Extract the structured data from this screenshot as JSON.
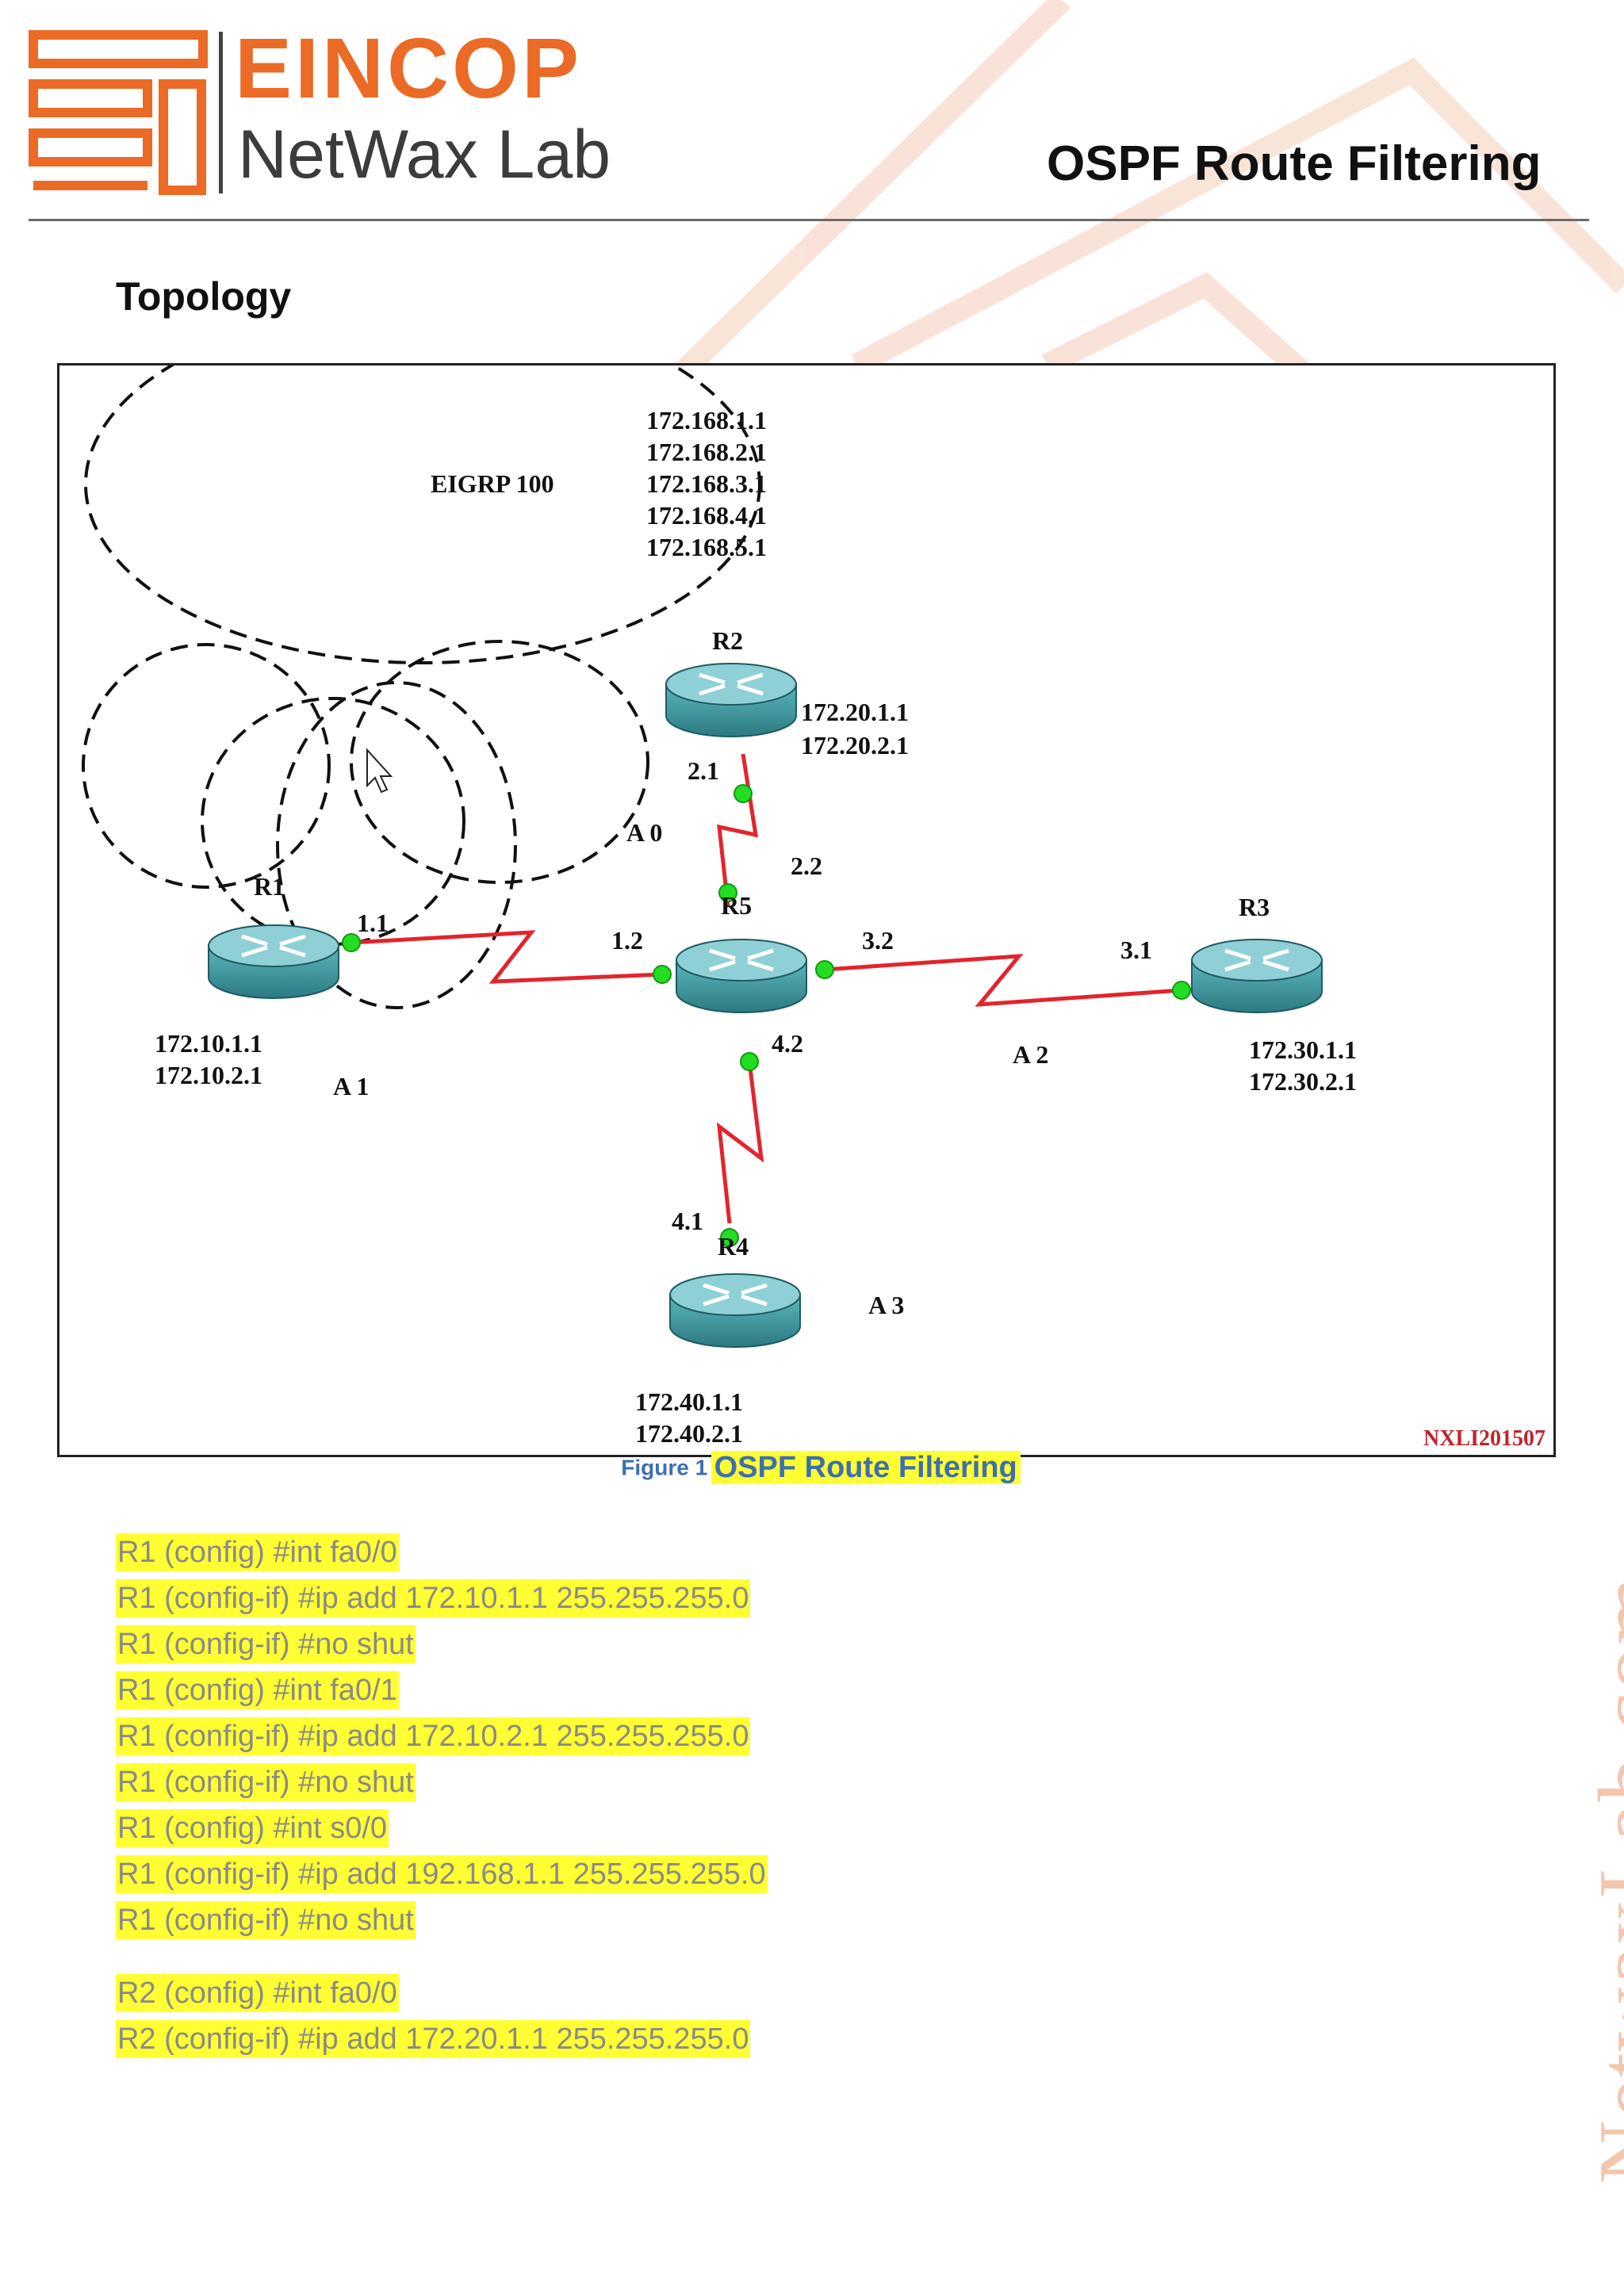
{
  "header": {
    "brand_top": "EINCOP",
    "brand_bottom": "NetWax Lab",
    "doc_title": "OSPF Route Filtering"
  },
  "section": {
    "heading": "Topology"
  },
  "figure": {
    "number_label": "Figure 1",
    "caption": "OSPF Route Filtering",
    "stamp": "NXLI201507",
    "eigrp_label": "EIGRP 100",
    "eigrp_networks": [
      "172.168.1.1",
      "172.168.2.1",
      "172.168.3.1",
      "172.168.4.1",
      "172.168.5.1"
    ],
    "areas": {
      "a0": "A 0",
      "a1": "A 1",
      "a2": "A 2",
      "a3": "A 3"
    },
    "routers": {
      "r1": "R1",
      "r2": "R2",
      "r3": "R3",
      "r4": "R4",
      "r5": "R5"
    },
    "interfaces": {
      "r2_r5_r2": "2.1",
      "r2_r5_r5": "2.2",
      "r1_r5_r1": "1.1",
      "r1_r5_r5": "1.2",
      "r3_r5_r5": "3.2",
      "r3_r5_r3": "3.1",
      "r4_r5_r5": "4.2",
      "r4_r5_r4": "4.1"
    },
    "networks": {
      "r1": [
        "172.10.1.1",
        "172.10.2.1"
      ],
      "r2": [
        "172.20.1.1",
        "172.20.2.1"
      ],
      "r3": [
        "172.30.1.1",
        "172.30.2.1"
      ],
      "r4": [
        "172.40.1.1",
        "172.40.2.1"
      ]
    },
    "colors": {
      "link": "#e3242b",
      "endpoint": "#22dd22",
      "router": "#3f9aa3"
    }
  },
  "config_blocks": [
    [
      "R1 (config) #int fa0/0",
      "R1 (config-if) #ip add 172.10.1.1 255.255.255.0",
      "R1 (config-if) #no shut",
      "R1 (config) #int fa0/1",
      "R1 (config-if) #ip add 172.10.2.1 255.255.255.0",
      "R1 (config-if) #no shut",
      "R1 (config) #int s0/0",
      "R1 (config-if) #ip add 192.168.1.1 255.255.255.0",
      "R1 (config-if) #no shut"
    ],
    [
      "R2 (config) #int fa0/0",
      "R2 (config-if) #ip add 172.20.1.1 255.255.255.0"
    ]
  ],
  "watermark": "NetwaxLab.com",
  "theme": {
    "brand_orange": "#ea6a26",
    "highlight": "#ffff33",
    "caption_blue": "#3f6fb0"
  }
}
